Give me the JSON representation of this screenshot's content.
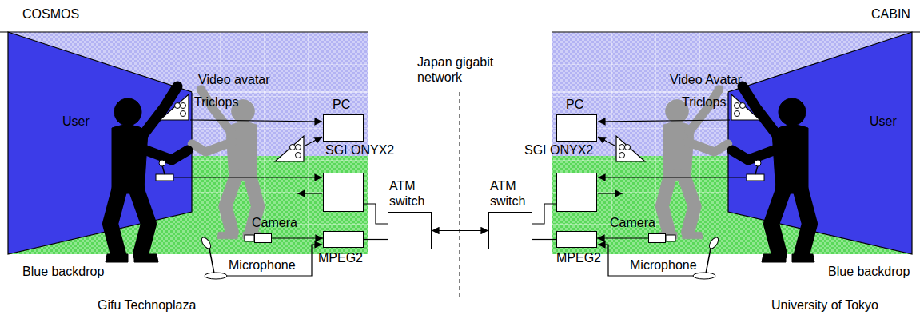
{
  "diagram": {
    "nodes": [
      {
        "text": [
          "PC"
        ]
      },
      {
        "text": [
          "SGI ONYX2"
        ]
      },
      {
        "text": [
          "Camera"
        ]
      },
      {
        "text": [
          "MPEG2"
        ]
      },
      {
        "text": [
          "ATM switch"
        ]
      },
      {
        "text": [
          "ATM switch"
        ]
      },
      {
        "text": [
          "PC"
        ]
      },
      {
        "text": [
          "SGI ONYX2"
        ]
      },
      {
        "text": [
          "MPEG2"
        ]
      },
      {
        "text": [
          "Camera"
        ]
      }
    ],
    "edges": [
      {
        "from": 1,
        "to": 4,
        "arrow": "none"
      },
      {
        "from": 3,
        "to": 4,
        "arrow": "none"
      },
      {
        "from": 2,
        "to": 3,
        "arrow": "to"
      },
      {
        "from": 4,
        "to": 5,
        "arrow": "both"
      },
      {
        "from": 7,
        "to": 5,
        "arrow": "none"
      },
      {
        "from": 8,
        "to": 5,
        "arrow": "none"
      },
      {
        "from": 9,
        "to": 8,
        "arrow": "to"
      }
    ],
    "labels": [
      "COSMOS",
      "Video avatar",
      "User",
      "Triclops",
      "Japan gigabit network",
      "Microphone",
      "Blue backdrop",
      "Gifu Technoplaza",
      "CABIN",
      "Video Avatar",
      "Triclops",
      "User",
      "Microphone",
      "Blue backdrop",
      "University of Tokyo"
    ]
  }
}
